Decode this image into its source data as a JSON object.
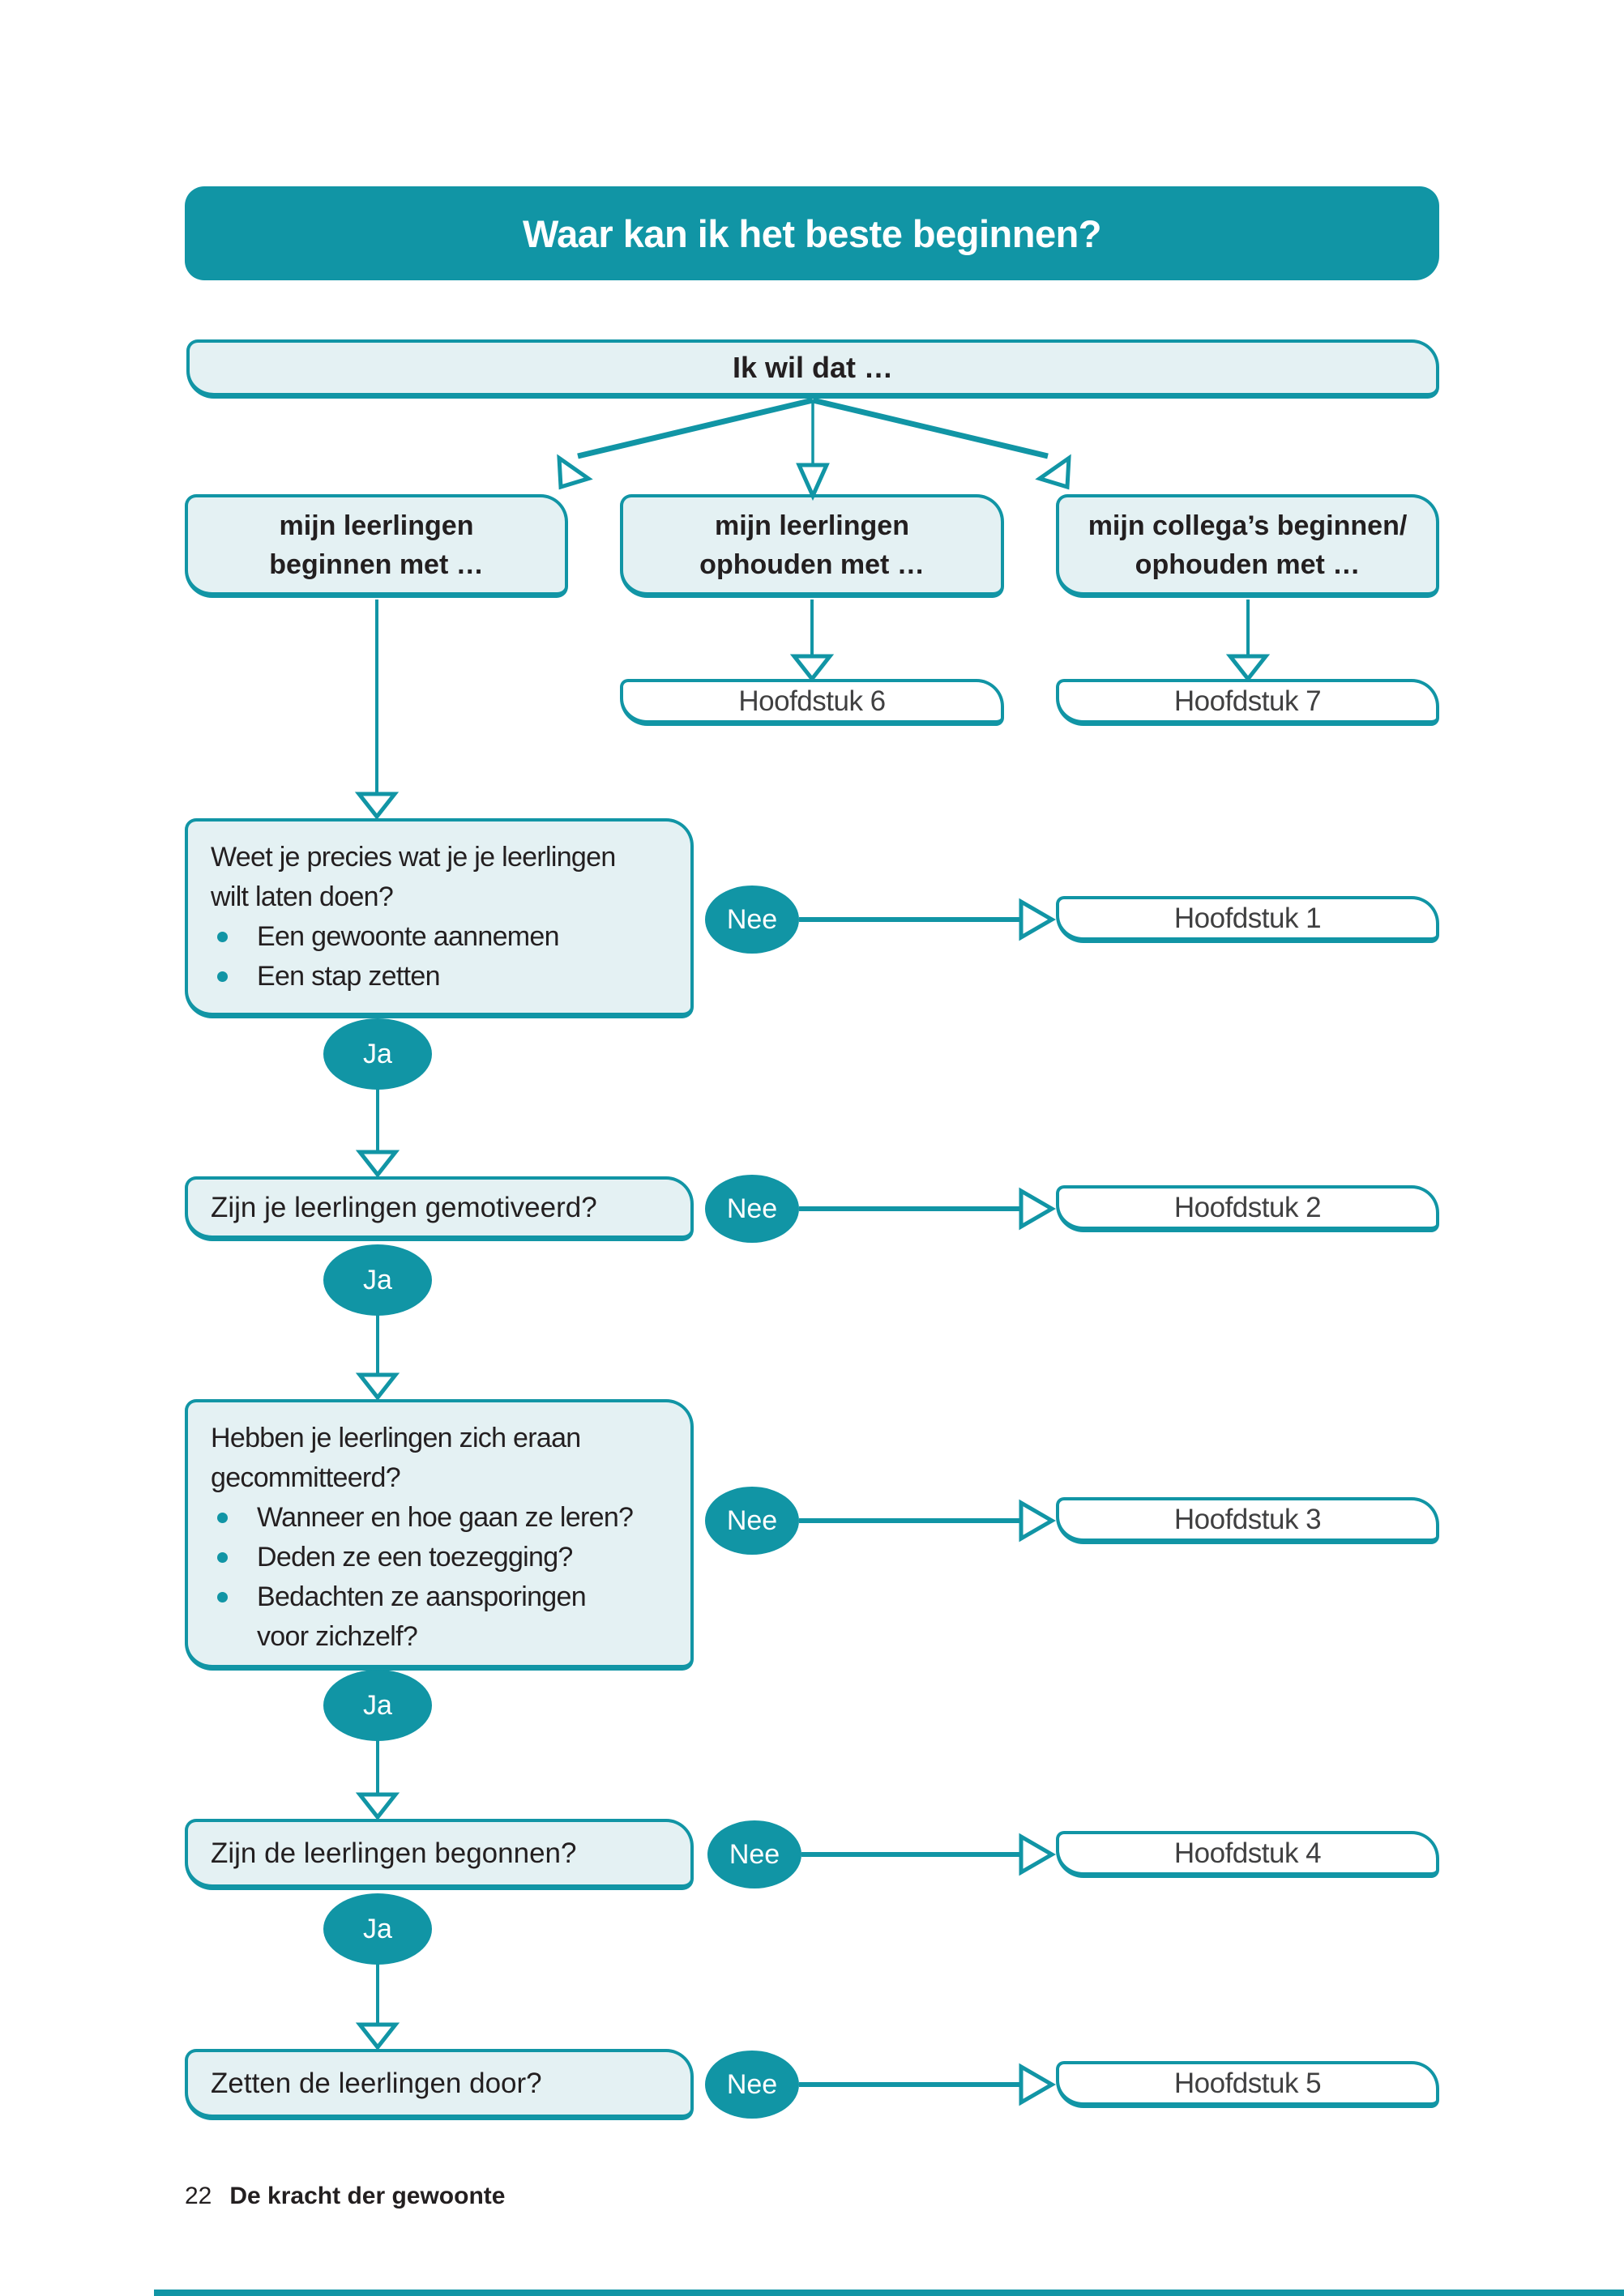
{
  "title": "Waar kan ik het beste beginnen?",
  "root": {
    "label": "Ik wil dat …"
  },
  "branches": [
    {
      "label": "mijn leerlingen\nbeginnen met …"
    },
    {
      "label": "mijn leerlingen\nophouden met …",
      "chapter": "Hoofdstuk 6"
    },
    {
      "label": "mijn collega’s beginnen/\nophouden met …",
      "chapter": "Hoofdstuk 7"
    }
  ],
  "labels": {
    "yes": "Ja",
    "no": "Nee"
  },
  "questions": [
    {
      "text": "Weet je precies wat je je leerlingen\nwilt laten doen?",
      "bullets": [
        "Een gewoonte aannemen",
        "Een stap zetten"
      ],
      "chapter": "Hoofdstuk 1"
    },
    {
      "text": "Zijn je leerlingen gemotiveerd?",
      "bullets": [],
      "chapter": "Hoofdstuk 2"
    },
    {
      "text": "Hebben je leerlingen zich eraan\ngecommitteerd?",
      "bullets": [
        "Wanneer en hoe gaan ze leren?",
        "Deden ze een toezegging?",
        "Bedachten ze aansporingen\nvoor zichzelf?"
      ],
      "chapter": "Hoofdstuk 3"
    },
    {
      "text": "Zijn de leerlingen begonnen?",
      "bullets": [],
      "chapter": "Hoofdstuk 4"
    },
    {
      "text": "Zetten de leerlingen door?",
      "bullets": [],
      "chapter": "Hoofdstuk 5"
    }
  ],
  "footer": {
    "page_number": "22",
    "book_title": "De kracht der gewoonte"
  },
  "colors": {
    "teal": "#1195A5",
    "light_fill": "#E4F1F3",
    "text": "#231F20",
    "chapter_text": "#404041"
  }
}
